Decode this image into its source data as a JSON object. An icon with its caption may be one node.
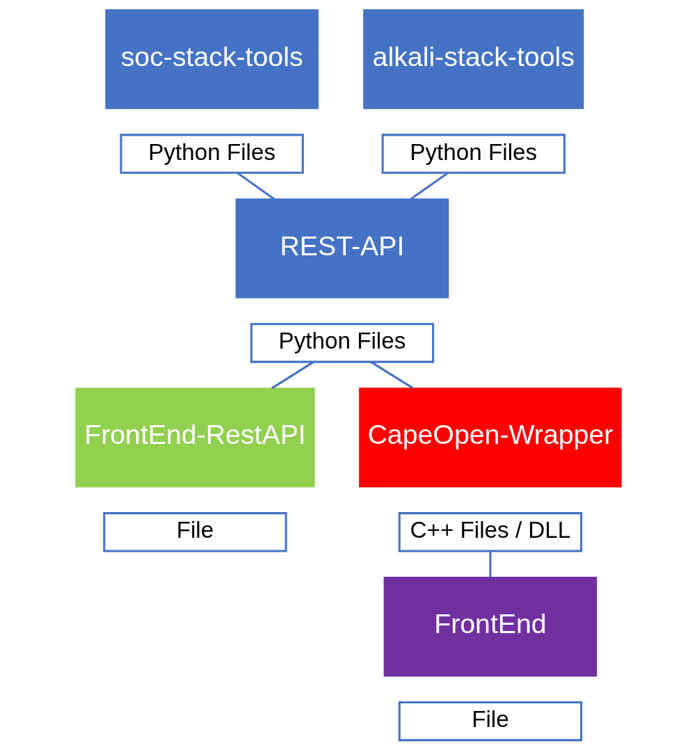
{
  "diagram": {
    "nodes": [
      {
        "text": [
          "soc-stack-tools"
        ]
      },
      {
        "text": [
          "Python Files"
        ]
      },
      {
        "text": [
          "alkali-stack-tools"
        ]
      },
      {
        "text": [
          "Python Files"
        ]
      },
      {
        "text": [
          "REST-API"
        ]
      },
      {
        "text": [
          "Python Files"
        ]
      },
      {
        "text": [
          "FrontEnd-RestAPI"
        ]
      },
      {
        "text": [
          "File"
        ]
      },
      {
        "text": [
          "CapeOpen-Wrapper"
        ]
      },
      {
        "text": [
          "C++ Files / DLL"
        ]
      },
      {
        "text": [
          "FrontEnd"
        ]
      },
      {
        "text": [
          "File"
        ]
      }
    ],
    "edges": [
      {
        "from": 1,
        "to": 4,
        "arrow": "none"
      },
      {
        "from": 3,
        "to": 4,
        "arrow": "none"
      },
      {
        "from": 5,
        "to": 6,
        "arrow": "none"
      },
      {
        "from": 5,
        "to": 8,
        "arrow": "none"
      },
      {
        "from": 9,
        "to": 10,
        "arrow": "none"
      }
    ]
  }
}
